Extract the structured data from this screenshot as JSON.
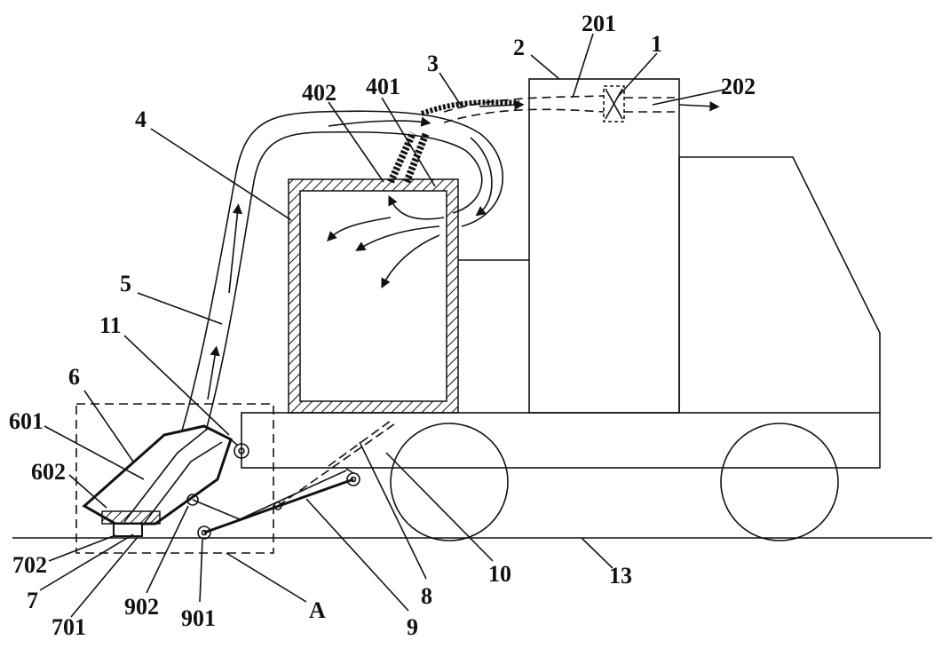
{
  "labels": {
    "l1": "1",
    "l2": "2",
    "l201": "201",
    "l202": "202",
    "l3": "3",
    "l4": "4",
    "l401": "401",
    "l402": "402",
    "l5": "5",
    "l6": "6",
    "l601": "601",
    "l602": "602",
    "l7": "7",
    "l701": "701",
    "l702": "702",
    "l8": "8",
    "l9": "9",
    "l901": "901",
    "l902": "902",
    "l10": "10",
    "l11": "11",
    "l13": "13",
    "lA": "A"
  }
}
